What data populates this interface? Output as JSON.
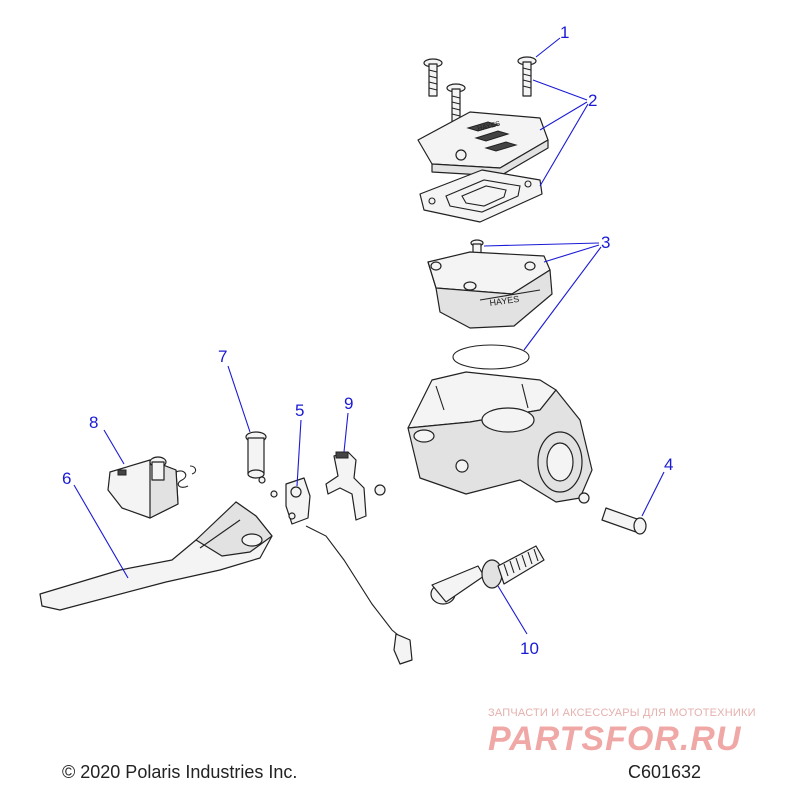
{
  "callouts": [
    {
      "id": "1",
      "text": "1"
    },
    {
      "id": "2",
      "text": "2"
    },
    {
      "id": "3",
      "text": "3"
    },
    {
      "id": "4",
      "text": "4"
    },
    {
      "id": "5",
      "text": "5"
    },
    {
      "id": "6",
      "text": "6"
    },
    {
      "id": "7",
      "text": "7"
    },
    {
      "id": "8",
      "text": "8"
    },
    {
      "id": "9",
      "text": "9"
    },
    {
      "id": "10",
      "text": "10"
    }
  ],
  "reservoir_cover_brand": "HAYES",
  "footer": {
    "copyright": "© 2020 Polaris Industries Inc.",
    "drawing_code": "C601632"
  },
  "watermark": {
    "tagline": "ЗАПЧАСТИ И АКСЕССУАРЫ ДЛЯ МОТОТЕХНИКИ",
    "logo": "PARTSFOR.RU"
  },
  "colors": {
    "callout": "#1a1ad6",
    "line": "#222222",
    "watermark": "#f0a8a6"
  }
}
